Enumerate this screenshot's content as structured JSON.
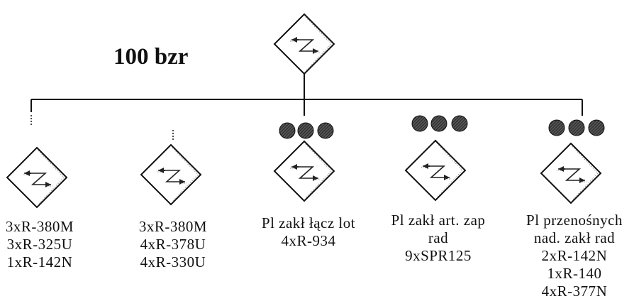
{
  "title": "100 bzr",
  "units": [
    {
      "lines": [
        "3xR-380M",
        "3xR-325U",
        "1xR-142N"
      ],
      "link_marker": "dashed",
      "circles": 0
    },
    {
      "lines": [
        "3xR-380M",
        "4xR-378U",
        "4xR-330U"
      ],
      "link_marker": "dashed",
      "circles": 0
    },
    {
      "lines": [
        "Pl zakł łącz lot",
        "4xR-934"
      ],
      "link_marker": "circles",
      "circles": 3
    },
    {
      "lines": [
        "Pl zakł art. zap",
        "rad",
        "9xSPR125"
      ],
      "link_marker": "circles",
      "circles": 3
    },
    {
      "lines": [
        "Pl przenośnych",
        "nad. zakł  rad",
        "2xR-142N",
        "1xR-140",
        "4xR-377N"
      ],
      "link_marker": "circles",
      "circles": 3
    }
  ],
  "icon": "radio-relay-diamond-icon"
}
